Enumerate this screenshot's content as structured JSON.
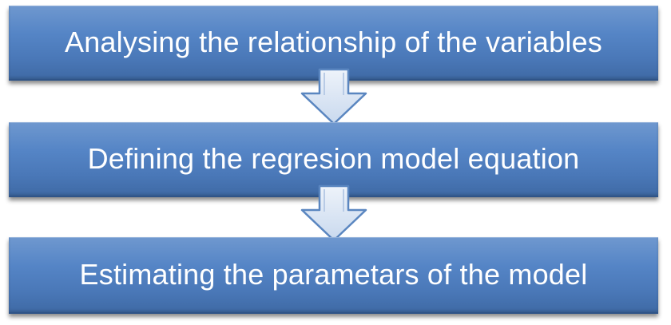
{
  "flowchart": {
    "steps": [
      {
        "label": "Analysing the relationship of the variables"
      },
      {
        "label": "Defining the regresion model equation"
      },
      {
        "label": "Estimating the parametars of the model"
      }
    ],
    "colors": {
      "box_fill": "#4f81bd",
      "box_text": "#ffffff",
      "arrow_fill": "#dbe6f4",
      "arrow_stroke": "#5a86c0"
    }
  }
}
